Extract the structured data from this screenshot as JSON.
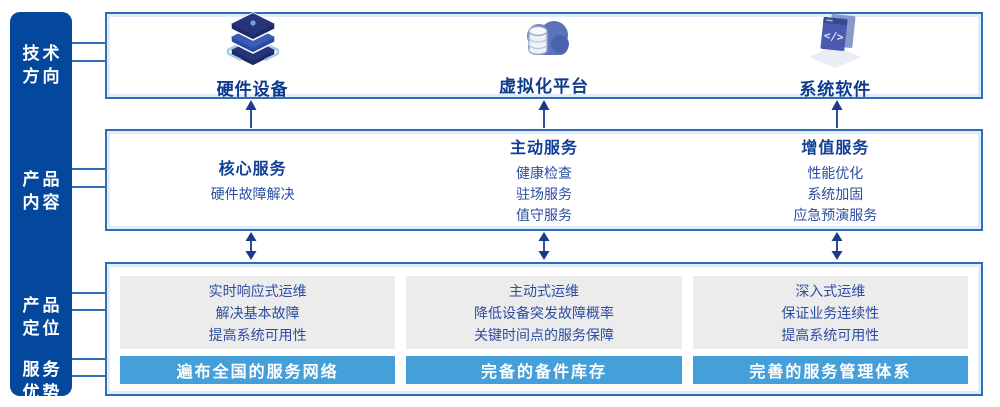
{
  "sidebar": {
    "items": [
      {
        "line1": "技术",
        "line2": "方向"
      },
      {
        "line1": "产品",
        "line2": "内容"
      },
      {
        "line1": "产品",
        "line2": "定位"
      },
      {
        "line1": "服务",
        "line2": "优势"
      }
    ]
  },
  "tech_row": {
    "items": [
      {
        "icon": "server-stack-icon",
        "label": "硬件设备"
      },
      {
        "icon": "cloud-database-icon",
        "label": "虚拟化平台"
      },
      {
        "icon": "code-window-icon",
        "label": "系统软件"
      }
    ]
  },
  "content_row": {
    "columns": [
      {
        "heading": "核心服务",
        "items": [
          "硬件故障解决"
        ]
      },
      {
        "heading": "主动服务",
        "items": [
          "健康检查",
          "驻场服务",
          "值守服务"
        ]
      },
      {
        "heading": "增值服务",
        "items": [
          "性能优化",
          "系统加固",
          "应急预演服务"
        ]
      }
    ]
  },
  "bottom_row": {
    "columns": [
      {
        "positioning": [
          "实时响应式运维",
          "解决基本故障",
          "提高系统可用性"
        ],
        "advantage": "遍布全国的服务网络"
      },
      {
        "positioning": [
          "主动式运维",
          "降低设备突发故障概率",
          "关键时间点的服务保障"
        ],
        "advantage": "完备的备件库存"
      },
      {
        "positioning": [
          "深入式运维",
          "保证业务连续性",
          "提高系统可用性"
        ],
        "advantage": "完善的服务管理体系"
      }
    ]
  },
  "colors": {
    "sidebar_blue": "#04489e",
    "border_blue": "#2e6db8",
    "banner_blue": "#459fd8",
    "text_blue": "#2c4da0",
    "heading_navy": "#113f96",
    "arrow_navy": "#1b3a8f",
    "gray_panel": "#ececec"
  }
}
